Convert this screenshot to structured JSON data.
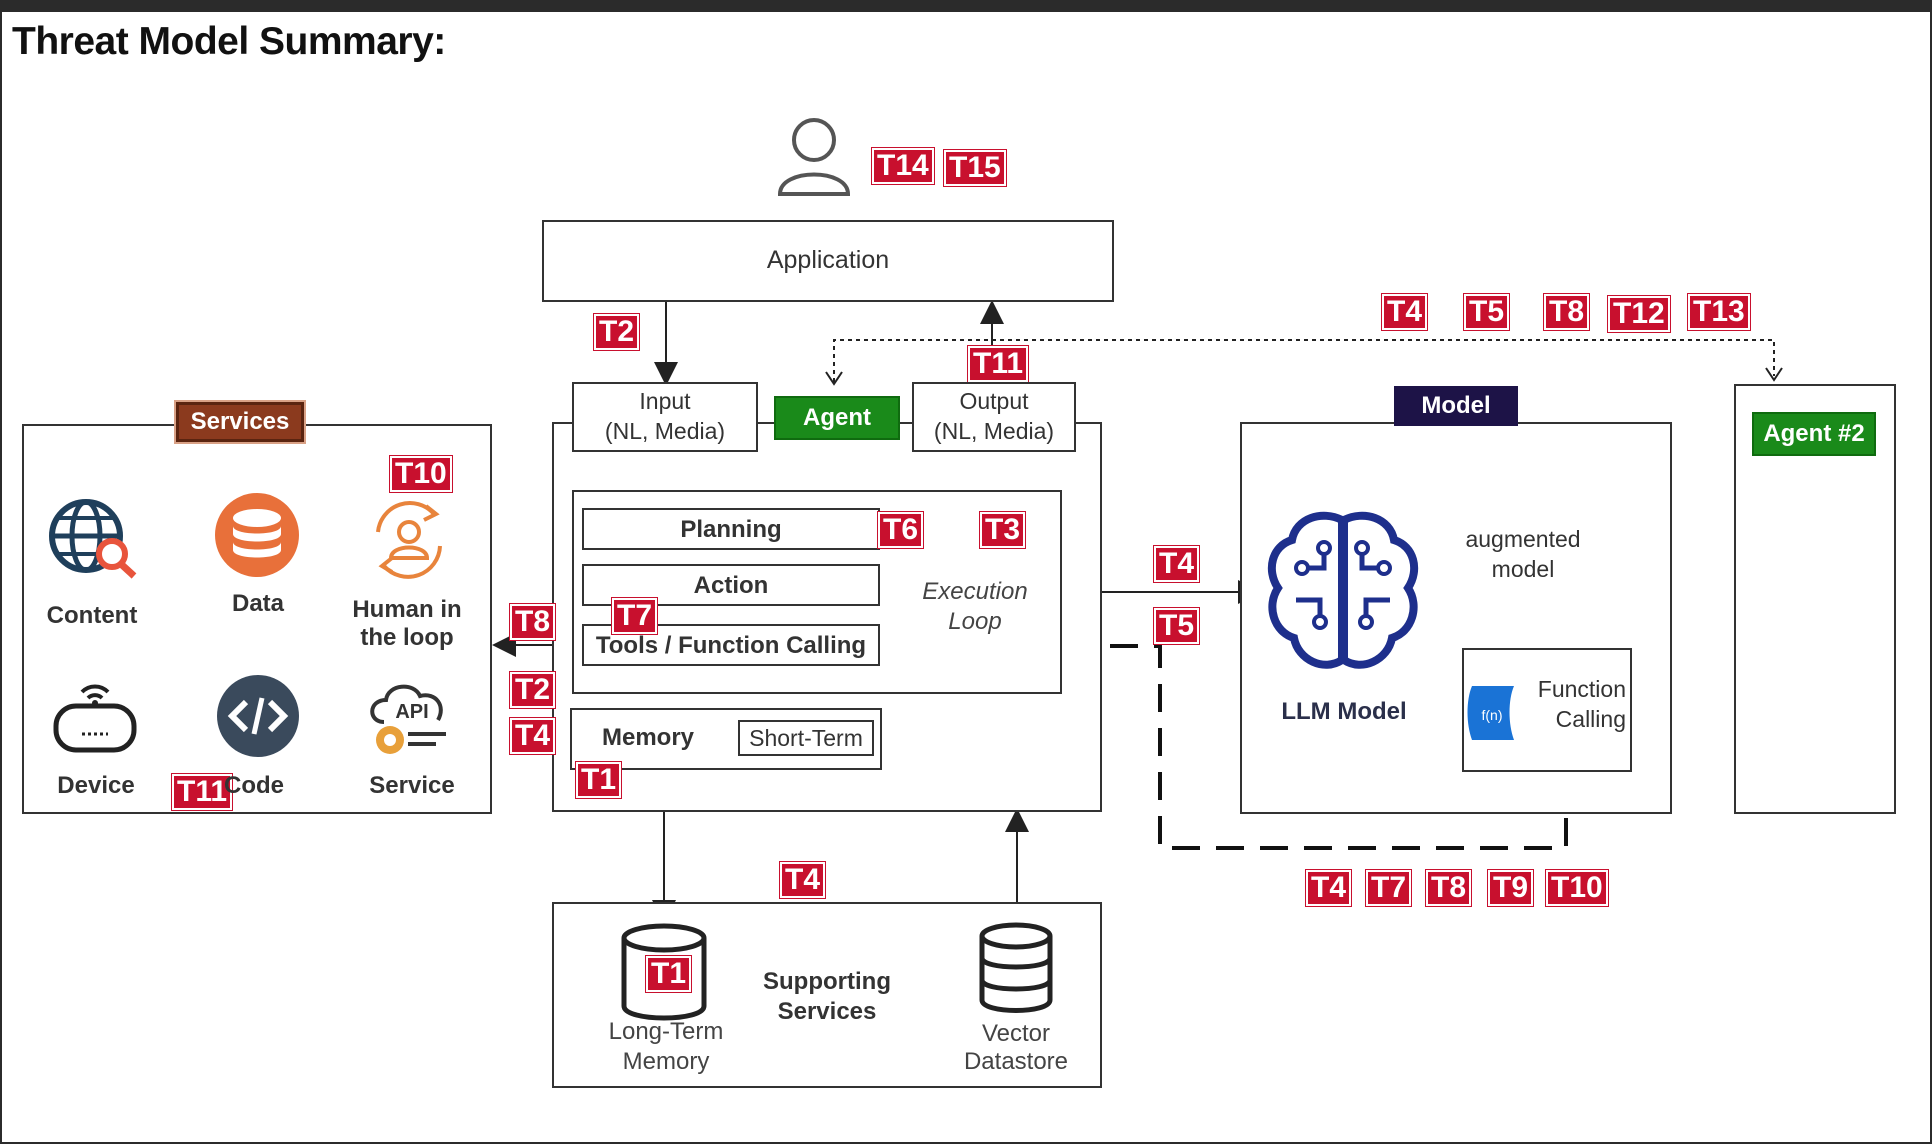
{
  "title": "Threat Model Summary:",
  "user": {
    "icon": "user-icon",
    "threats": [
      "T14",
      "T15"
    ]
  },
  "application": {
    "label": "Application"
  },
  "agent": {
    "label": "Agent",
    "input": {
      "line1": "Input",
      "line2": "(NL, Media)"
    },
    "output": {
      "line1": "Output",
      "line2": "(NL, Media)"
    },
    "planning": "Planning",
    "action": "Action",
    "tools": "Tools / Function Calling",
    "execution_loop": {
      "line1": "Execution",
      "line2": "Loop"
    },
    "memory": "Memory",
    "short_term": "Short-Term"
  },
  "services": {
    "label": "Services",
    "items": [
      {
        "label": "Content",
        "icon": "globe-search-icon"
      },
      {
        "label": "Data",
        "icon": "database-icon"
      },
      {
        "line1": "Human in",
        "line2": "the loop",
        "icon": "human-loop-icon"
      },
      {
        "label": "Device",
        "icon": "router-device-icon"
      },
      {
        "label": "Code",
        "icon": "code-icon"
      },
      {
        "label": "Service",
        "icon": "api-gear-icon"
      }
    ]
  },
  "model": {
    "label": "Model",
    "llm": "LLM Model",
    "augmented": {
      "line1": "augmented",
      "line2": "model"
    },
    "function_calling": {
      "line1": "Function",
      "line2": "Calling",
      "icon_text": "f(n)"
    }
  },
  "agent2": {
    "label": "Agent #2"
  },
  "supporting": {
    "label": {
      "line1": "Supporting",
      "line2": "Services"
    },
    "long_term": {
      "line1": "Long-Term",
      "line2": "Memory"
    },
    "vector": {
      "line1": "Vector",
      "line2": "Datastore"
    }
  },
  "threats": {
    "t1_memory": "T1",
    "t1_longterm": "T1",
    "t2": "T2",
    "t3": "T3",
    "t4_supporting": "T4",
    "t6": "T6",
    "t7_tools": "T7",
    "t8_services": "T8",
    "t2_services": "T2",
    "t4_services": "T4",
    "t10_services": "T10",
    "t11_code": "T11",
    "t11_output": "T11",
    "t4_model": "T4",
    "t5_model": "T5",
    "agent2_row": [
      "T4",
      "T5",
      "T8",
      "T12",
      "T13"
    ],
    "bottom_row": [
      "T4",
      "T7",
      "T8",
      "T9",
      "T10"
    ]
  },
  "colors": {
    "threat_red": "#c8102e",
    "agent_green": "#1a8a1a",
    "model_navy": "#1d1347",
    "services_brown": "#8b3a1e",
    "icon_blue": "#1e2f8c",
    "icon_orange": "#e87a3c"
  }
}
